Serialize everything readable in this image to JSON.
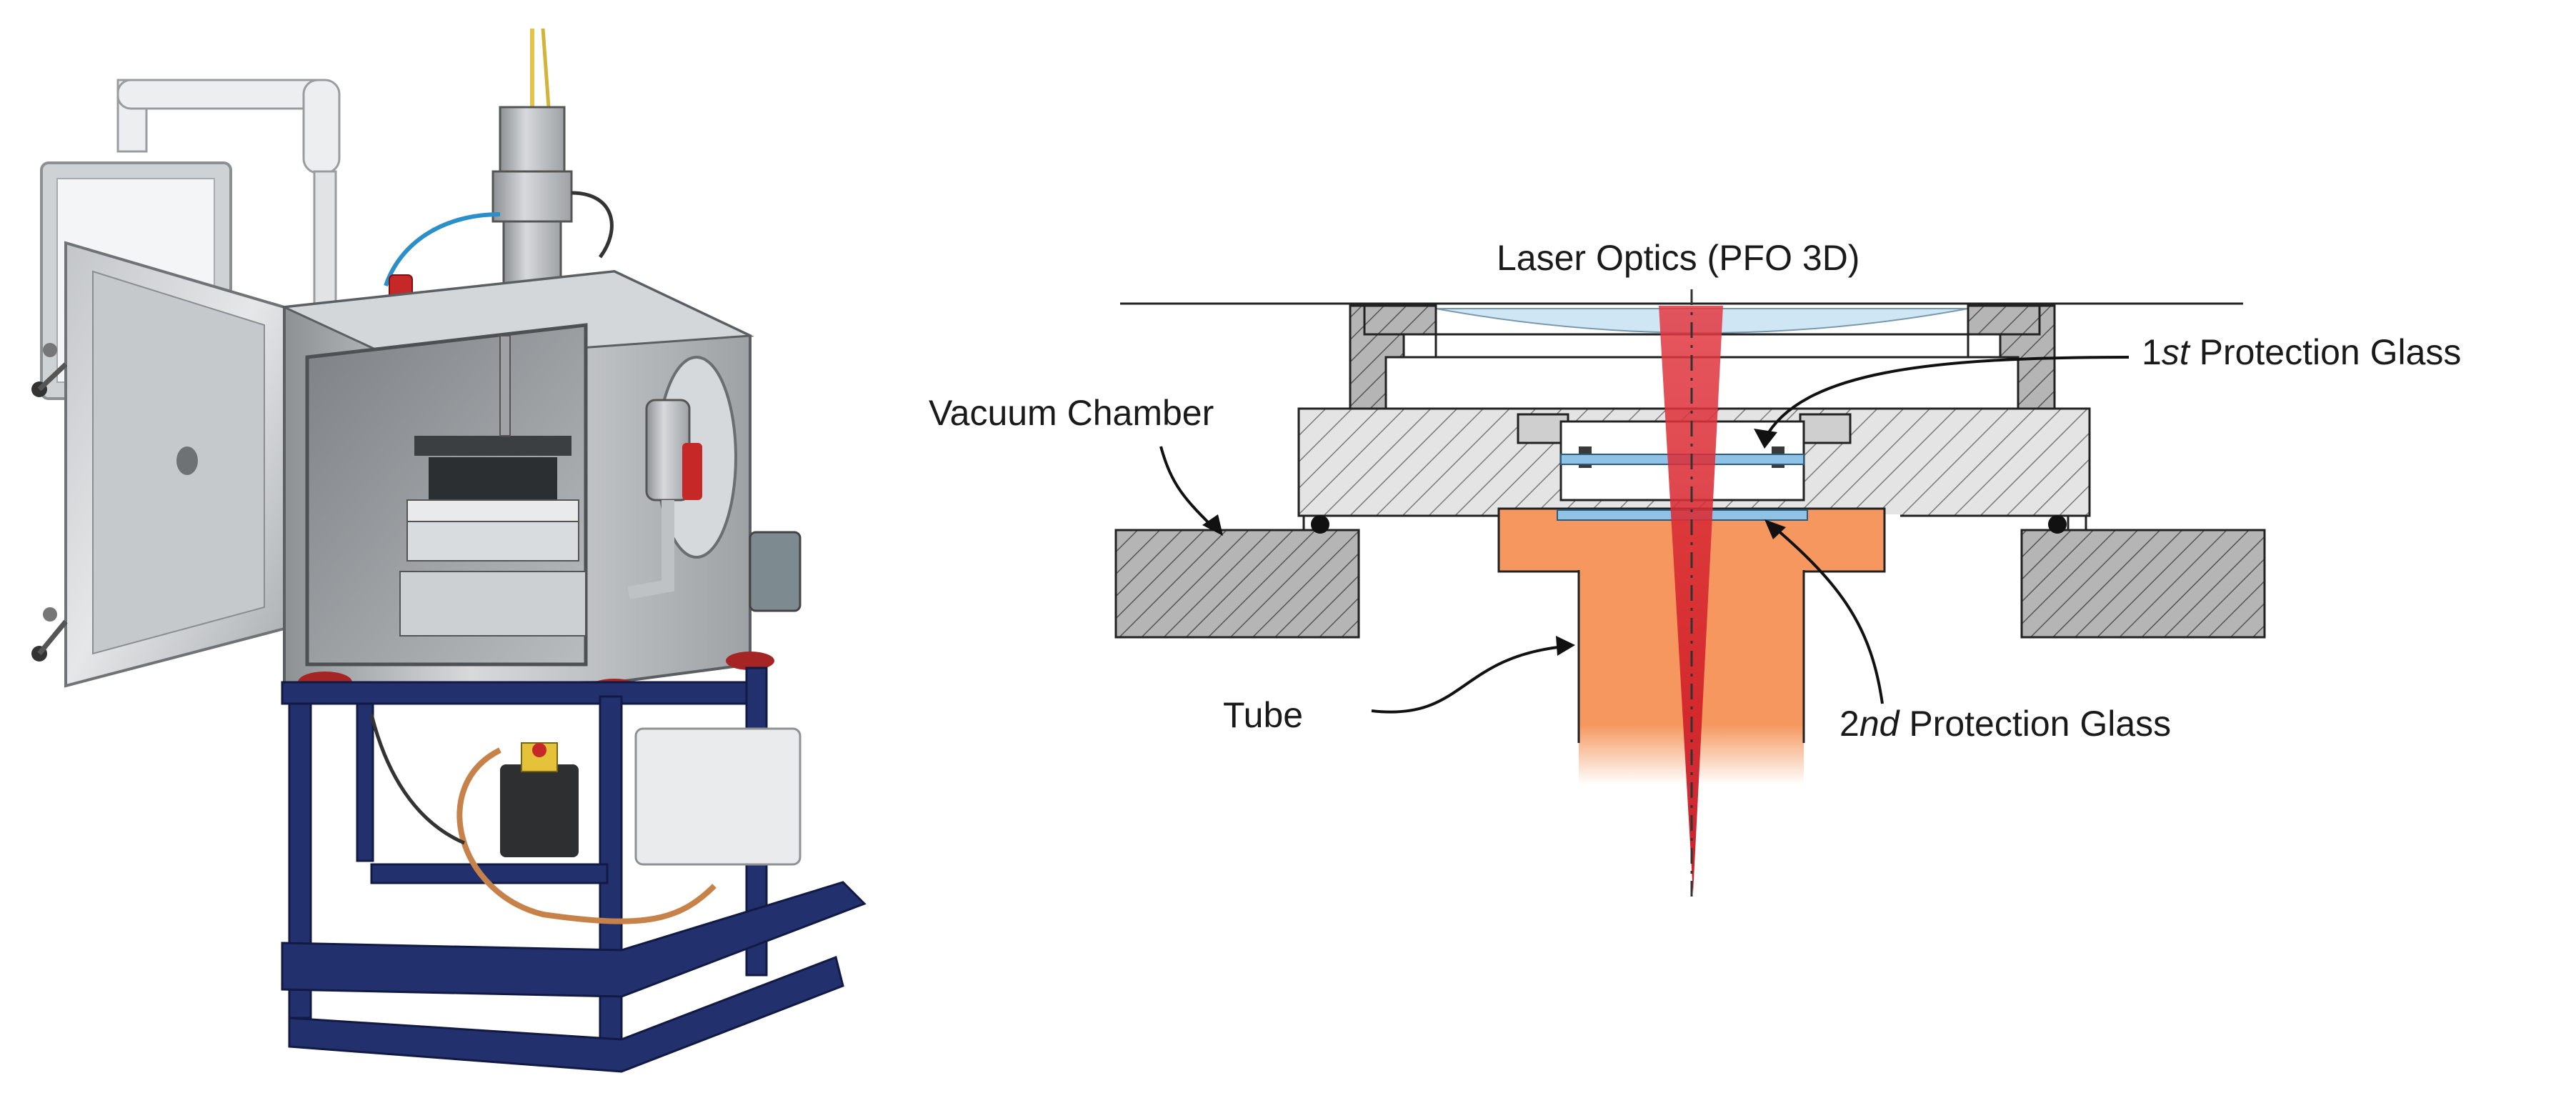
{
  "labels": {
    "laser_optics": "Laser Optics (PFO 3D)",
    "first_glass_num": "1",
    "first_glass_suffix": "st",
    "first_glass_rest": " Protection Glass",
    "vacuum_chamber": "Vacuum Chamber",
    "tube": "Tube",
    "second_glass_num": "2",
    "second_glass_suffix": "nd",
    "second_glass_rest": " Protection Glass"
  },
  "colors": {
    "tube": "#f5975e",
    "laser": "#e0303a",
    "glass": "#8ec3e6",
    "lens": "#cfe6f5",
    "hatch_light": "#e3e3e3",
    "hatch_dark": "#b8b8b8",
    "frame_blue": "#1f2f6e",
    "steel": "#c9cbcd",
    "red_feet": "#b02a2a"
  },
  "icons": {
    "oring": "o-ring-seal-icon"
  }
}
